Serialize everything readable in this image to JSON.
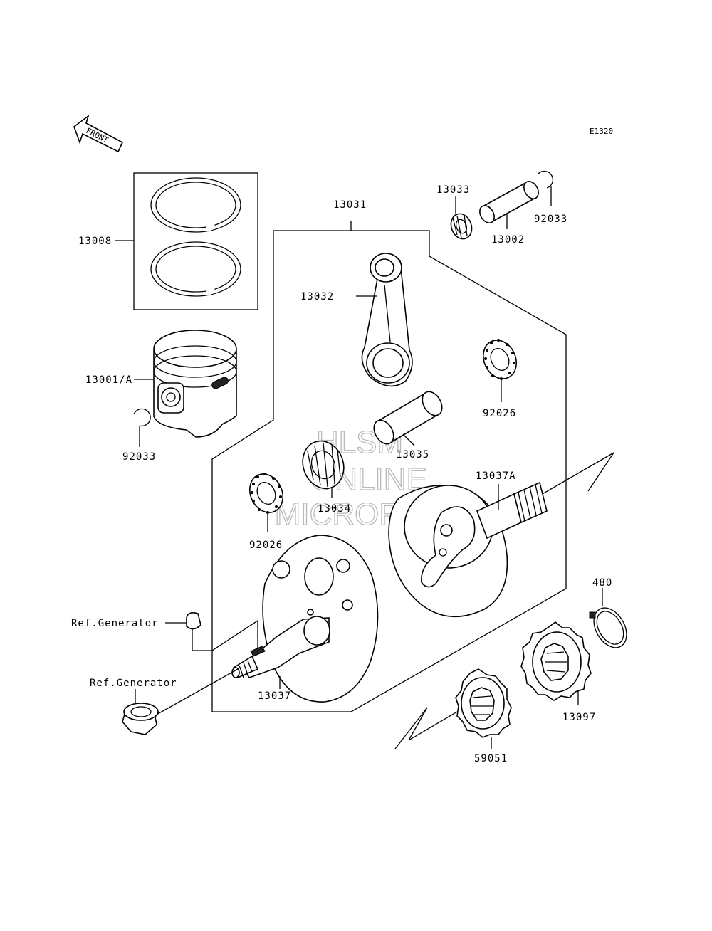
{
  "diagram_code": "E1320",
  "front_label": "FRONT",
  "watermark": [
    "HLSM",
    "ONLINE",
    "MICROFICHE"
  ],
  "parts": {
    "piston_rings": "13008",
    "piston": "13001/A",
    "piston_clip_left": "92033",
    "crankshaft_assy": "13031",
    "bearing_small": "13033",
    "piston_pin": "13002",
    "piston_clip_right": "92033",
    "connecting_rod": "13032",
    "washer_right": "92026",
    "crank_pin": "13035",
    "bearing_big": "13034",
    "washer_left": "92026",
    "crankshaft_right": "13037A",
    "circlip": "480",
    "crankshaft_left": "13037",
    "gear_large": "13097",
    "gear_small": "59051",
    "ref_generator_key": "Ref.Generator",
    "ref_generator_nut": "Ref.Generator"
  }
}
